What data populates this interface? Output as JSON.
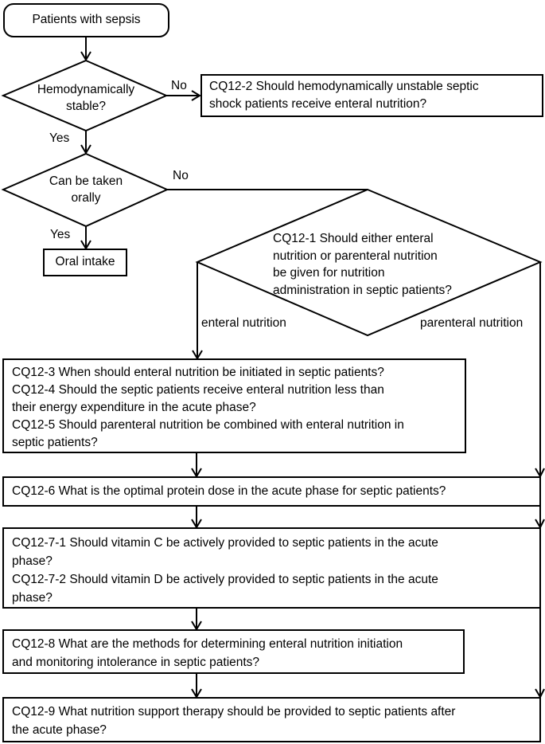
{
  "nodes": {
    "start": {
      "label": "Patients with sepsis"
    },
    "decision_hemodynamic": {
      "lines": [
        "Hemodynamically",
        "stable?"
      ]
    },
    "cq12_2": {
      "lines": [
        "CQ12-2 Should hemodynamically unstable septic",
        "shock patients receive enteral nutrition?"
      ]
    },
    "decision_oral": {
      "lines": [
        "Can be taken",
        "orally"
      ]
    },
    "oral_intake": {
      "label": "Oral intake"
    },
    "decision_cq12_1": {
      "lines": [
        "CQ12-1  Should either enteral",
        "nutrition or parenteral nutrition",
        "be given for nutrition",
        "administration in septic patients?"
      ]
    },
    "cq12_345": {
      "lines": [
        "CQ12-3  When should enteral nutrition be initiated in septic patients?",
        "CQ12-4  Should the septic patients receive enteral nutrition less than",
        "their energy expenditure in the acute phase?",
        "CQ12-5  Should parenteral nutrition be combined with enteral nutrition in",
        "septic patients?"
      ]
    },
    "cq12_6": {
      "lines": [
        "CQ12-6  What is the optimal protein dose in the acute phase for septic patients?"
      ]
    },
    "cq12_7": {
      "lines": [
        "CQ12-7-1  Should vitamin C be actively provided to septic patients in the acute",
        "phase?",
        "CQ12-7-2  Should vitamin D be actively provided to septic patients in the acute",
        "phase?"
      ]
    },
    "cq12_8": {
      "lines": [
        "CQ12-8  What are the methods for determining enteral nutrition initiation",
        "and monitoring intolerance in septic patients?"
      ]
    },
    "cq12_9": {
      "lines": [
        "CQ12-9  What nutrition support therapy should be provided to septic patients after",
        "the acute phase?"
      ]
    }
  },
  "edge_labels": {
    "no_hemodynamic": "No",
    "yes_hemodynamic": "Yes",
    "no_oral": "No",
    "yes_oral": "Yes",
    "enteral": "enteral nutrition",
    "parenteral": "parenteral nutrition"
  },
  "colors": {
    "line": "#000000",
    "text": "#000000",
    "background": "#ffffff"
  }
}
